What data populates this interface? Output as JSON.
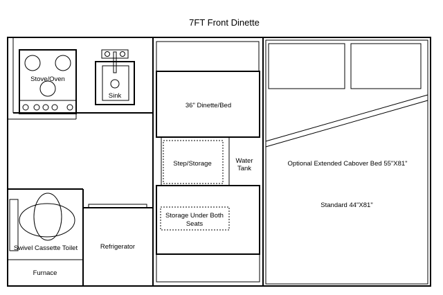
{
  "title": "7FT  Front Dinette",
  "rooms": {
    "stove": "Stove/Oven",
    "sink": "Sink",
    "dinette": "36\" Dinette/Bed",
    "step_storage": "Step/Storage",
    "water_tank_line1": "Water",
    "water_tank_line2": "Tank",
    "cabover_bed": "Optional Extended Cabover Bed 55\"X81\"",
    "standard_bed": "Standard 44\"X81\"",
    "storage_line1": "Storage Under Both",
    "storage_line2": "Seats",
    "toilet": "Swivel Cassette Toilet",
    "refrigerator": "Refrigerator",
    "furnace": "Furnace"
  }
}
